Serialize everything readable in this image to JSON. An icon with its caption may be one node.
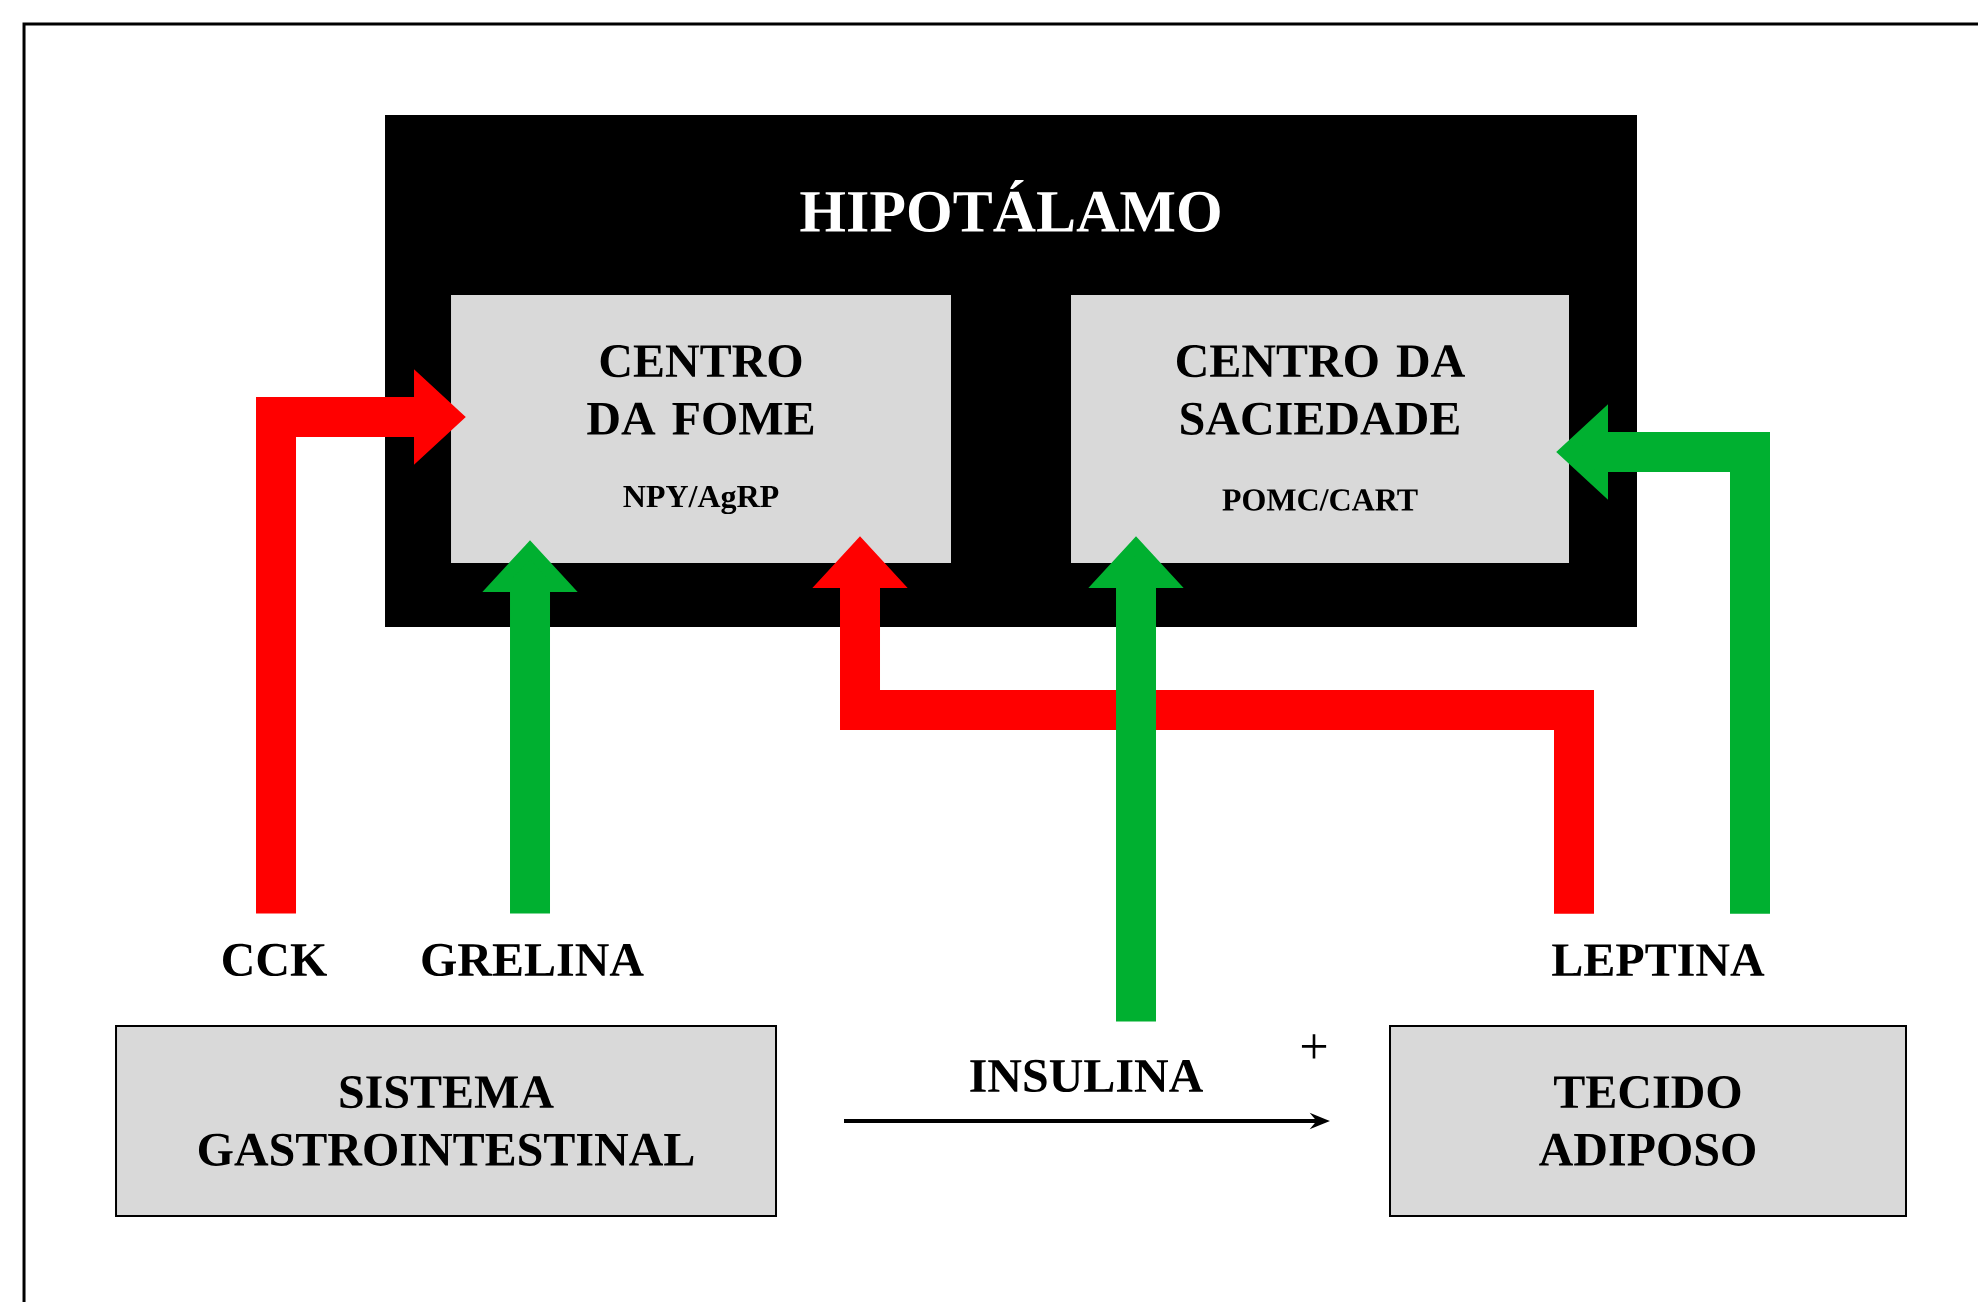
{
  "diagram": {
    "nodes": [
      {
        "text": [
          "HIPOTÁLAMO"
        ]
      },
      {
        "text": [
          "CENTRO DA FOME",
          "NPY/AgRP"
        ],
        "in": 0
      },
      {
        "text": [
          "CENTRO DA SACIEDADE",
          "POMC/CART"
        ],
        "in": 0
      },
      {
        "text": [
          "CCK"
        ]
      },
      {
        "text": [
          "GRELINA"
        ]
      },
      {
        "text": [
          "LEPTINA"
        ]
      },
      {
        "text": [
          "SISTEMA GASTROINTESTINAL"
        ]
      },
      {
        "text": [
          "INSULINA"
        ]
      },
      {
        "text": [
          "TECIDO ADIPOSO"
        ]
      }
    ],
    "edges": [
      {
        "from": 3,
        "to": 1,
        "arrow": "to",
        "color": "#ff0000"
      },
      {
        "from": 4,
        "to": 1,
        "arrow": "to",
        "color": "#00b030"
      },
      {
        "from": 5,
        "to": 1,
        "arrow": "to",
        "color": "#ff0000"
      },
      {
        "from": 5,
        "to": 2,
        "arrow": "to",
        "color": "#00b030"
      },
      {
        "from": 7,
        "to": 2,
        "arrow": "to",
        "color": "#00b030"
      },
      {
        "from": 6,
        "to": 8,
        "arrow": "to",
        "label": "+",
        "color": "#000000"
      }
    ]
  }
}
